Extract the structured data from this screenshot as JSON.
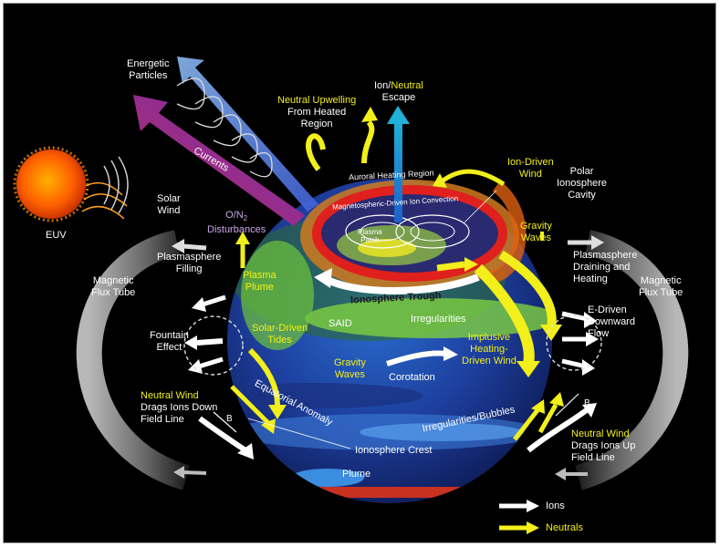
{
  "labels": {
    "energetic_particles": [
      "Energetic",
      "Particles"
    ],
    "currents": "Currents",
    "solar_wind": [
      "Solar",
      "Wind"
    ],
    "euv": "EUV",
    "o_n2": "O/N",
    "o_n2_sub": "2",
    "disturbances": "Disturbances",
    "neutral_upwelling": "Neutral Upwelling",
    "from_heated_region": [
      "From Heated",
      "Region"
    ],
    "ion_neutral_ion": "Ion/",
    "ion_neutral_neutral": "Neutral",
    "escape": "Escape",
    "auroral_heating_region": "Auroral Heating Region",
    "magnetospheric_ion_convection": "Magnetospheric-Driven Ion Convection",
    "plasma_patch": [
      "Plasma",
      "Patch"
    ],
    "ion_driven_wind": [
      "Ion-Driven",
      "Wind"
    ],
    "polar_ionosphere_cavity": [
      "Polar",
      "Ionosphere",
      "Cavity"
    ],
    "gravity_waves_right": [
      "Gravity",
      "Waves"
    ],
    "plasmasphere_filling": [
      "Plasmasphere",
      "Filling"
    ],
    "plasmasphere_draining": [
      "Plasmasphere",
      "Draining and",
      "Heating"
    ],
    "magnetic_flux_tube_left": [
      "Magnetic",
      "Flux Tube"
    ],
    "magnetic_flux_tube_right": [
      "Magnetic",
      "Flux Tube"
    ],
    "plasma_plume": [
      "Plasma",
      "Plume"
    ],
    "ionosphere_trough": "Ionosphere Trough",
    "said": "SAID",
    "irregularities": "Irregularities",
    "e_driven_downward_flow": [
      "E-Driven",
      "Downward",
      "Flow"
    ],
    "fountain_effect": [
      "Fountain",
      "Effect"
    ],
    "solar_driven_tides": [
      "Solar-Driven",
      "Tides"
    ],
    "implusive_heating_wind": [
      "Implusive",
      "Heating-",
      "Driven Wind"
    ],
    "gravity_waves_center": [
      "Gravity",
      "Waves"
    ],
    "corotation": "Corotation",
    "neutral_wind_left": "Neutral Wind",
    "drags_ions_down": [
      "Drags Ions Down",
      "Field Line"
    ],
    "equatorial_anomaly": "Equatorial Anomaly",
    "irregularities_bubbles": "Irregularities/Bubbles",
    "b_vector_left": "B",
    "b_vector_right": "B",
    "ionosphere_crest": "Ionosphere Crest",
    "neutral_wind_right": "Neutral Wind",
    "drags_ions_up": [
      "Drags Ions Up",
      "Field Line"
    ],
    "plume": "Plume"
  },
  "legend": {
    "ions": "Ions",
    "neutrals": "Neutrals"
  },
  "colors": {
    "background": "#000000",
    "ion_arrow": "#ffffff",
    "neutral_arrow": "#f2ef1a",
    "neutral_text": "#f2ef1a",
    "disturbance_text": "#c9a6e8",
    "auroral_ring": "#e0201c",
    "ocean": "#1c3a9c",
    "plasma_green": "#6ec43a"
  }
}
